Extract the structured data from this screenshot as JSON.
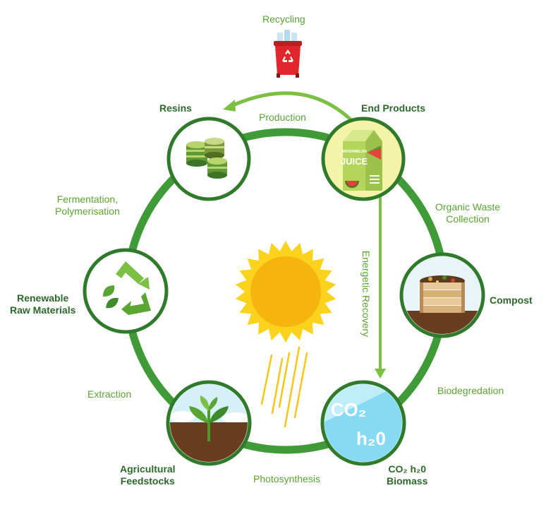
{
  "nodes": {
    "resins": "Resins",
    "end_products": "End Products",
    "compost": "Compost",
    "co2_biomass": [
      "CO₂ h₂0",
      "Biomass"
    ],
    "agricultural": [
      "Agricultural",
      "Feedstocks"
    ],
    "renewable": [
      "Renewable",
      "Raw Materials"
    ]
  },
  "processes": {
    "recycling": "Recycling",
    "production": "Production",
    "fermentation": [
      "Fermentation,",
      "Polymerisation"
    ],
    "organic_waste": [
      "Organic Waste",
      "Collection"
    ],
    "energetic_recovery": "Energetic Recovery",
    "biodegredation": "Biodegredation",
    "photosynthesis": "Photosynthesis",
    "extraction": "Extraction"
  },
  "graphics": {
    "juice_brand": "WATERMELON",
    "juice_word": "JUICE",
    "co2_text": "CO₂",
    "h2o_text": "h₂0"
  },
  "colors": {
    "cycle_green": "#3f9b37",
    "label_green": "#5aa532",
    "title_green": "#2c6a2a",
    "arrow_green": "#7bc043",
    "sun_yellow": "#fbd21c",
    "sun_orange": "#f6b40f",
    "recycle_bin_red": "#e0262b"
  }
}
